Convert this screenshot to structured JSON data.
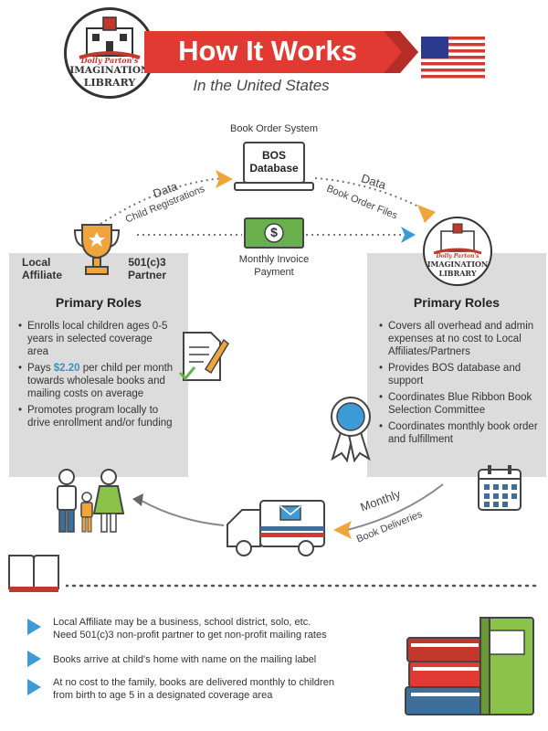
{
  "header": {
    "logo_brand": "Dolly Parton's",
    "logo_line1": "IMAGINATION",
    "logo_line2": "LIBRARY",
    "title": "How It Works",
    "subtitle": "In the United States"
  },
  "flow": {
    "bos_label": "Book Order System",
    "bos_box_line1": "BOS",
    "bos_box_line2": "Database",
    "data_left": "Data",
    "child_registrations": "Child Registrations",
    "data_right": "Data",
    "book_order_files": "Book Order Files",
    "invoice_line1": "Monthly Invoice",
    "invoice_line2": "Payment",
    "dollar_symbol": "$",
    "monthly": "Monthly",
    "book_deliveries": "Book Deliveries"
  },
  "left_panel": {
    "local_line1": "Local",
    "local_line2": "Affiliate",
    "partner_line1": "501(c)3",
    "partner_line2": "Partner",
    "roles_title": "Primary Roles",
    "bullet1": "Enrolls local children ages 0-5 years in selected coverage area",
    "bullet2_pre": "Pays ",
    "bullet2_price": "$2.20",
    "bullet2_post": " per child per month towards wholesale books and mailing costs on average",
    "bullet3": "Promotes program locally to drive enrollment and/or funding"
  },
  "right_panel": {
    "roles_title": "Primary Roles",
    "bullet1": "Covers all overhead and admin expenses at no cost to Local Affiliates/Partners",
    "bullet2": "Provides BOS database and support",
    "bullet3": "Coordinates Blue Ribbon Book Selection Committee",
    "bullet4": "Coordinates monthly book order and fulfillment"
  },
  "notes": [
    {
      "line1": "Local Affiliate may be a business, school district, solo, etc.",
      "line2": "Need 501(c)3 non-profit partner to get non-profit mailing rates"
    },
    {
      "line1": "Books arrive at child's home with name on the mailing label",
      "line2": ""
    },
    {
      "line1": "At no cost to the family, books are delivered monthly to children",
      "line2": "from birth to age 5 in a designated coverage area"
    }
  ],
  "colors": {
    "banner_red": "#e03a32",
    "accent_blue": "#3d9ad6",
    "accent_orange": "#f0a53a",
    "panel_gray": "#dcdcdc",
    "money_green": "#6ab04c"
  },
  "icons": [
    "us-flag-icon",
    "trophy-icon",
    "money-icon",
    "laptop-icon",
    "document-check-icon",
    "ribbon-award-icon",
    "calendar-icon",
    "family-icon",
    "mail-truck-icon",
    "open-book-icon",
    "book-stack-icon"
  ]
}
